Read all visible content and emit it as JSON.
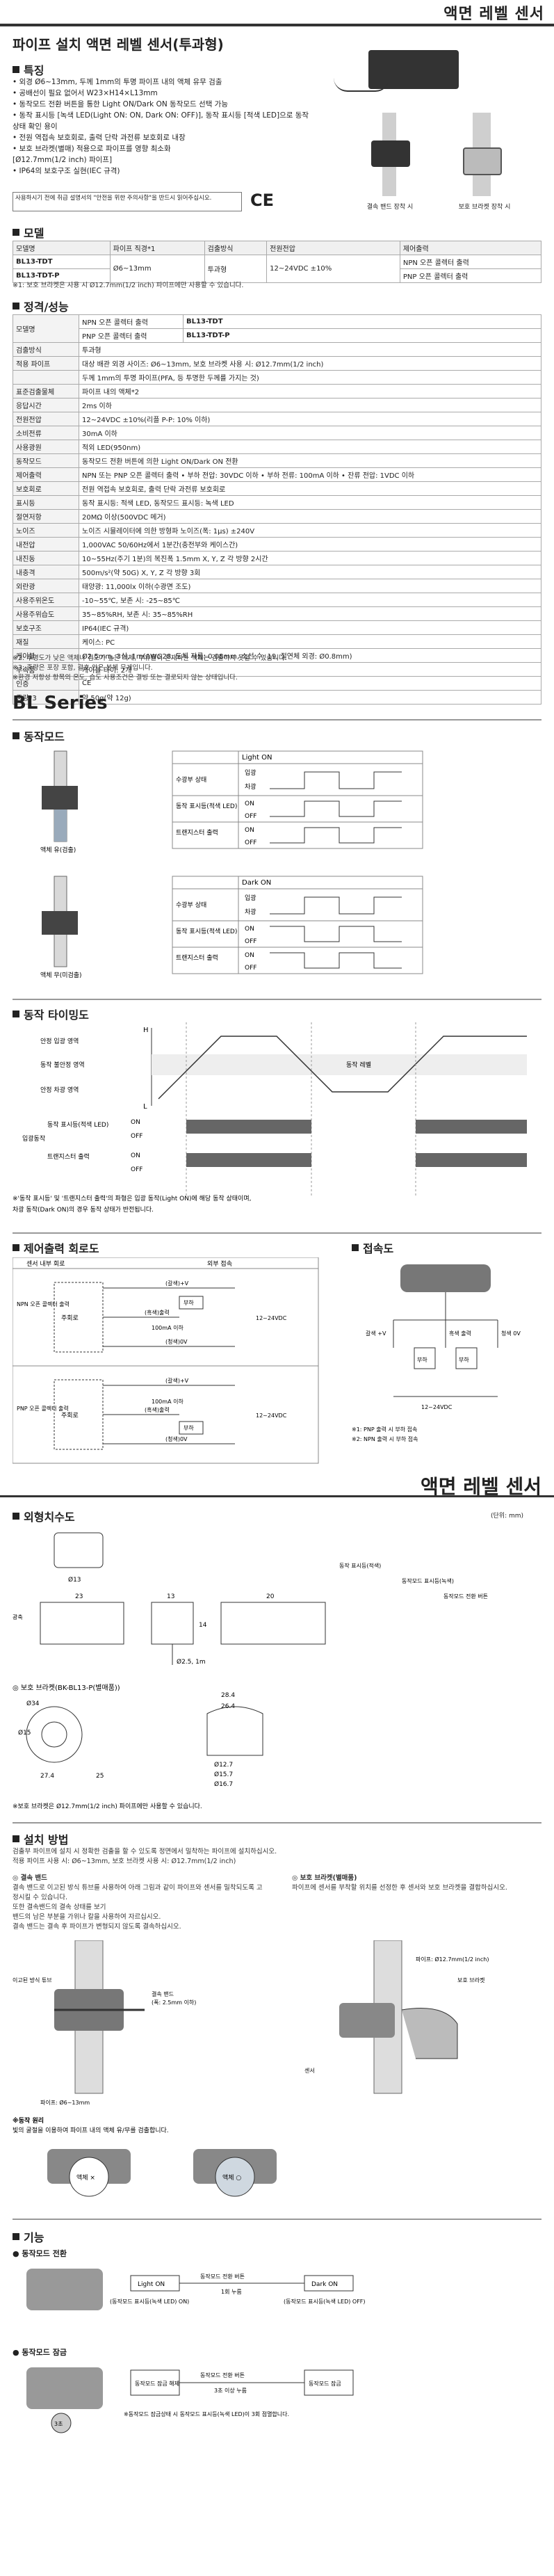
{
  "header": {
    "title": "액면 레벨 센서"
  },
  "product": {
    "title": "파이프 설치 액면 레벨 센서(투과형)",
    "features_heading": "특징",
    "features": [
      "• 외경 Ø6~13mm, 두께 1mm의 투명 파이프 내의 액체 유무 검출",
      "• 공배선이 필요 없어서 W23×H14×L13mm",
      "• 동작모드 전환 버튼을 통한 Light ON/Dark ON 동작모드 선택 가능",
      "• 동작 표시등 [녹색 LED(Light ON: ON, Dark ON: OFF)], 동작 표시등 [적색 LED]으로 동작 상태 확인 용이",
      "• 전원 역접속 보호회로, 출력 단락 과전류 보호회로 내장",
      "• 보호 브라켓(별매) 적용으로 파이프를 영향 최소화",
      "  [Ø12.7mm(1/2 inch) 파이프]",
      "• IP64의 보호구조 실현(IEC 규격)"
    ],
    "warning_text": "사용하시기 전에 취급 설명서의 \"안전을 위한 주의사항\"을 반드시 읽어주십시오."
  },
  "model": {
    "heading": "모델",
    "columns": [
      "모델명",
      "파이프 직경*1",
      "검출방식",
      "전원전압",
      "제어출력"
    ],
    "rows": [
      [
        "BL13-TDT",
        "Ø6~13mm",
        "투과형",
        "12~24VDC ±10%",
        "NPN 오픈 콜렉터 출력"
      ],
      [
        "BL13-TDT-P",
        "",
        "",
        "",
        "PNP 오픈 콜렉터 출력"
      ]
    ],
    "note": "※1: 보호 브라켓은 사용 시 Ø12.7mm(1/2 inch) 파이프에만 사용할 수 있습니다."
  },
  "spec": {
    "heading": "정격/성능",
    "model_label": "모델명",
    "model_npn": "NPN 오픈 콜렉터 출력",
    "model_npn_val": "BL13-TDT",
    "model_pnp": "PNP 오픈 콜렉터 출력",
    "model_pnp_val": "BL13-TDT-P",
    "rows": [
      [
        "검출방식",
        "투과형"
      ],
      [
        "적용 파이프",
        "대상 배관 외경 사이즈: Ø6~13mm, 보호 브라켓 사용 시: Ø12.7mm(1/2 inch)"
      ],
      [
        "",
        "두께 1mm의 투명 파이프(PFA, 등 투명한 두께를 가지는 것)"
      ],
      [
        "표준검출물체",
        "파이프 내의 액체*2"
      ],
      [
        "응답시간",
        "2ms 이하"
      ],
      [
        "전원전압",
        "12~24VDC ±10%(리플 P-P: 10% 이하)"
      ],
      [
        "소비전류",
        "30mA 이하"
      ],
      [
        "사용광원",
        "적외 LED(950nm)"
      ],
      [
        "동작모드",
        "동작모드 전환 버튼에 의한 Light ON/Dark ON 전환"
      ],
      [
        "제어출력",
        "NPN 또는 PNP 오픈 콜렉터 출력 • 부하 전압: 30VDC 이하 • 부하 전류: 100mA 이하 • 잔류 전압: 1VDC 이하"
      ],
      [
        "보호회로",
        "전원 역접속 보호회로, 출력 단락 과전류 보호회로"
      ],
      [
        "표시등",
        "동작 표시등: 적색 LED, 동작모드 표시등: 녹색 LED"
      ],
      [
        "절연저항",
        "20MΩ 이상(500VDC 메거)"
      ],
      [
        "노이즈",
        "노이즈 시뮬레이터에 의한 방형파 노이즈(폭: 1μs) ±240V"
      ],
      [
        "내전압",
        "1,000VAC 50/60Hz에서 1분간(충전부와 케이스간)"
      ],
      [
        "내진동",
        "10~55Hz(주기 1분)의 복진폭 1.5mm X, Y, Z 각 방향 2시간"
      ],
      [
        "내충격",
        "500m/s²(약 50G) X, Y, Z 각 방향 3회"
      ],
      [
        "외란광",
        "태양광: 11,000lx 이하(수광면 조도)"
      ],
      [
        "사용주위온도",
        "-10~55℃, 보존 시: -25~85℃"
      ],
      [
        "사용주위습도",
        "35~85%RH, 보존 시: 35~85%RH"
      ],
      [
        "보호구조",
        "IP64(IEC 규격)"
      ],
      [
        "재질",
        "케이스: PC"
      ],
      [
        "케이블",
        "Ø2.5mm, 3심, 1m(AWG28, 도체 지름: 0.08mm, 소선 수: 19, 절연체 외경: Ø0.8mm)"
      ],
      [
        "부속품",
        "케이블 타이: 2개"
      ],
      [
        "인증",
        "CE"
      ],
      [
        "중량*3",
        "약 50g(약 12g)"
      ]
    ],
    "notes": [
      "※2: 투명도가 낮은 액체나 점도가 높은 액체, 부유물이 혼재하는 액체는 검출하지 못할 수 있습니다.",
      "※3: 중량은 포장 포함, 괄호 안은 본체 무게입니다.",
      "※환경 저항성 항목의 온도, 습도 사용조건은 결빙 또는 결로되지 않는 상태입니다."
    ]
  },
  "series_title": "BL Series",
  "mode": {
    "heading": "동작모드",
    "light_on": "Light ON",
    "dark_on": "Dark ON",
    "row_labels": [
      "수광부 상태",
      "동작 표시등(적색 LED)",
      "트랜지스터 출력"
    ],
    "in_out": [
      "입광",
      "차광"
    ],
    "on_off": [
      "ON",
      "OFF"
    ],
    "caption_a": "액체 유(검출)",
    "caption_b": "액체 무(미검출)"
  },
  "timing": {
    "heading": "동작 타이밍도",
    "labels": [
      "안정 입광 영역",
      "동작 불안정 영역",
      "안정 차광 영역"
    ],
    "hys": "동작 레벨",
    "axis": [
      "H",
      "L"
    ],
    "side": [
      "입광동작"
    ],
    "out_labels": [
      "동작 표시등(적색 LED)",
      "트랜지스터 출력"
    ],
    "on_off": [
      "ON",
      "OFF"
    ],
    "notes": [
      "※'동작 표시등' 및 '트랜지스터 출력'의 파형은 입광 동작(Light ON)에 해당 동작 상태이며,",
      "  차광 동작(Dark ON)의 경우 동작 상태가 반전됩니다."
    ]
  },
  "circuit": {
    "heading": "제어출력 회로도",
    "inner": "센서 내부 회로",
    "outer": "외부 접속",
    "npn": "NPN 오픈 콜렉터 출력",
    "pnp": "PNP 오픈 콜렉터 출력",
    "wires": [
      "(갈색)+V",
      "(흑색)출력",
      "(청색)0V"
    ],
    "load": "부하",
    "current": "100mA 이하",
    "voltage": "12~24VDC",
    "main": "주회로",
    "conn_heading": "접속도",
    "conn_labels": [
      "갈색 +V",
      "흑색 출력",
      "청색 0V"
    ],
    "conn_notes": [
      "※1: PNP 출력 시 부하 접속",
      "※2: NPN 출력 시 부하 접속"
    ]
  },
  "big_title": "액면 레벨 센서",
  "dims": {
    "heading": "외형치수도",
    "unit": "(단위: mm)",
    "values": [
      "Ø13",
      "23",
      "13",
      "14",
      "20",
      "Ø2.5, 1m"
    ],
    "labels": [
      "동작 표시등(적색)",
      "동작모드 표시등(녹색)",
      "동작모드 전환 버튼",
      "광축"
    ],
    "bracket_title": "◎ 보호 브라켓(BK-BL13-P(별매품))",
    "bracket_values": [
      "Ø34",
      "Ø15",
      "27.4",
      "25",
      "28.4",
      "26.4",
      "Ø12.7",
      "Ø15.7",
      "Ø16.7"
    ],
    "bracket_note": "※보호 브라켓은 Ø12.7mm(1/2 inch) 파이프에만 사용할 수 있습니다."
  },
  "install": {
    "heading": "설치 방법",
    "intro": [
      "검출부 파이프에 설치 시 정확한 검출을 할 수 있도록 정면에서 밀착하는 파이프에 설치하십시오.",
      "적용 파이프 사용 시: Ø6~13mm, 보호 브라켓 사용 시: Ø12.7mm(1/2 inch)"
    ],
    "tie_title": "◎ 결속 밴드",
    "tie_text": [
      "결속 밴드로 이고된 방식 튜브를 사용하여 아래 그림과 같이 파이프와 센서를 밀착되도록 고정시킬 수 있습니다.",
      "또한 결속밴드의 결속 상태를 보기",
      "밴드의 남은 부분을 가위나 칼을 사용하여 자르십시오.",
      "결속 밴드는 결속 후 파이프가 변형되지 않도록 결속하십시오."
    ],
    "bracket_title": "◎ 보호 브라켓(별매품)",
    "bracket_text": [
      "파이프에 센서를 부착할 위치를 선정한 후 센서와 보호 브라켓을 결합하십시오."
    ],
    "labels": [
      "이고된 방식 튜브",
      "결속 밴드",
      "(폭: 2.5mm 이하)",
      "파이프: Ø6~13mm",
      "파이프: Ø12.7mm(1/2 inch)",
      "보호 브라켓",
      "센서"
    ],
    "caution_title": "※동작 원리",
    "caution_text": "빛의 굴절을 이용하여 파이프 내의 액체 유/무를 검출합니다.",
    "circle_labels": [
      "액체 ×",
      "액체 ○"
    ]
  },
  "func": {
    "heading": "기능",
    "sub1": "● 동작모드 전환",
    "sub2": "● 동작모드 잠금",
    "light_on": "Light ON",
    "light_on_sub": "(동작모드 표시등(녹색 LED) ON)",
    "dark_on": "Dark ON",
    "dark_on_sub": "(동작모드 표시등(녹색 LED) OFF)",
    "arrow1": "동작모드 전환 버튼",
    "arrow1_sub": "1회 누름",
    "lock_a": "동작모드 잠금 해제",
    "lock_b": "동작모드 잠금",
    "lock_arrow": "동작모드 전환 버튼",
    "lock_arrow_sub": "3초 이상 누름",
    "lock_note": "※동작모드 잠금상태 시 동작모드 표시등(녹색 LED)이 3회 점멸합니다.",
    "button_text": "3초"
  }
}
